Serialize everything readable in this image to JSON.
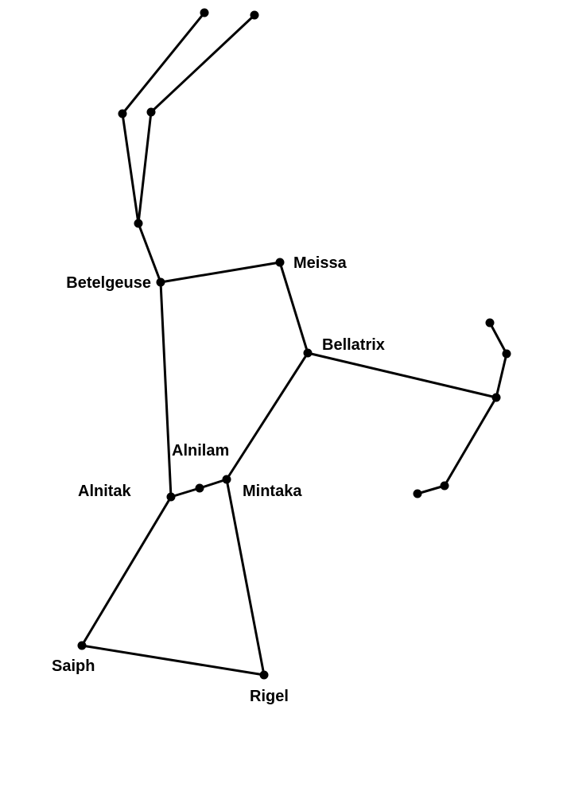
{
  "title": "Orion constellation",
  "colors": {
    "line": "#000000",
    "star": "#000000",
    "background": "#ffffff"
  },
  "stars": {
    "betelgeuse": "Betelgeuse",
    "meissa": "Meissa",
    "bellatrix": "Bellatrix",
    "alnilam": "Alnilam",
    "alnitak": "Alnitak",
    "mintaka": "Mintaka",
    "saiph": "Saiph",
    "rigel": "Rigel"
  }
}
